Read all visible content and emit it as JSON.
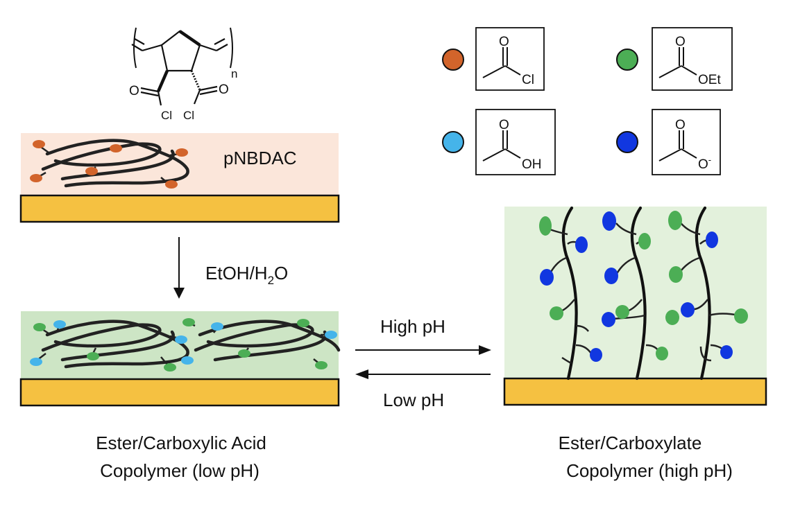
{
  "monomer": {
    "carbonyl_o_left": "O",
    "carbonyl_o_right": "O",
    "cl_left": "Cl",
    "cl_right": "Cl",
    "repeat_n": "n"
  },
  "layers": {
    "pnbdac_label": "pNBDAC",
    "reagent_main": "EtOH/H",
    "reagent_sub": "2",
    "reagent_end": "O"
  },
  "equilibrium": {
    "forward_label": "High pH",
    "reverse_label": "Low pH"
  },
  "captions": {
    "left_line1": "Ester/Carboxylic Acid",
    "left_line2": "Copolymer (low pH)",
    "right_line1": "Ester/Carboxylate",
    "right_line2": "Copolymer (high pH)"
  },
  "legend": [
    {
      "color": "#d2642b",
      "o": "O",
      "group": "Cl",
      "sup": ""
    },
    {
      "color": "#4cae55",
      "o": "O",
      "group": "OEt",
      "sup": ""
    },
    {
      "color": "#45b4ea",
      "o": "O",
      "group": "OH",
      "sup": ""
    },
    {
      "color": "#1137e0",
      "o": "O",
      "group": "O",
      "sup": "-"
    }
  ],
  "colors": {
    "gold_substrate": "#f5c141",
    "peach_layer": "#fbe6da",
    "green_layer": "#cde5c5",
    "pale_green_layer": "#e3f1dc",
    "orange_group": "#d2642b",
    "green_group": "#4cae55",
    "light_blue_group": "#45b4ea",
    "dark_blue_group": "#1137e0"
  }
}
